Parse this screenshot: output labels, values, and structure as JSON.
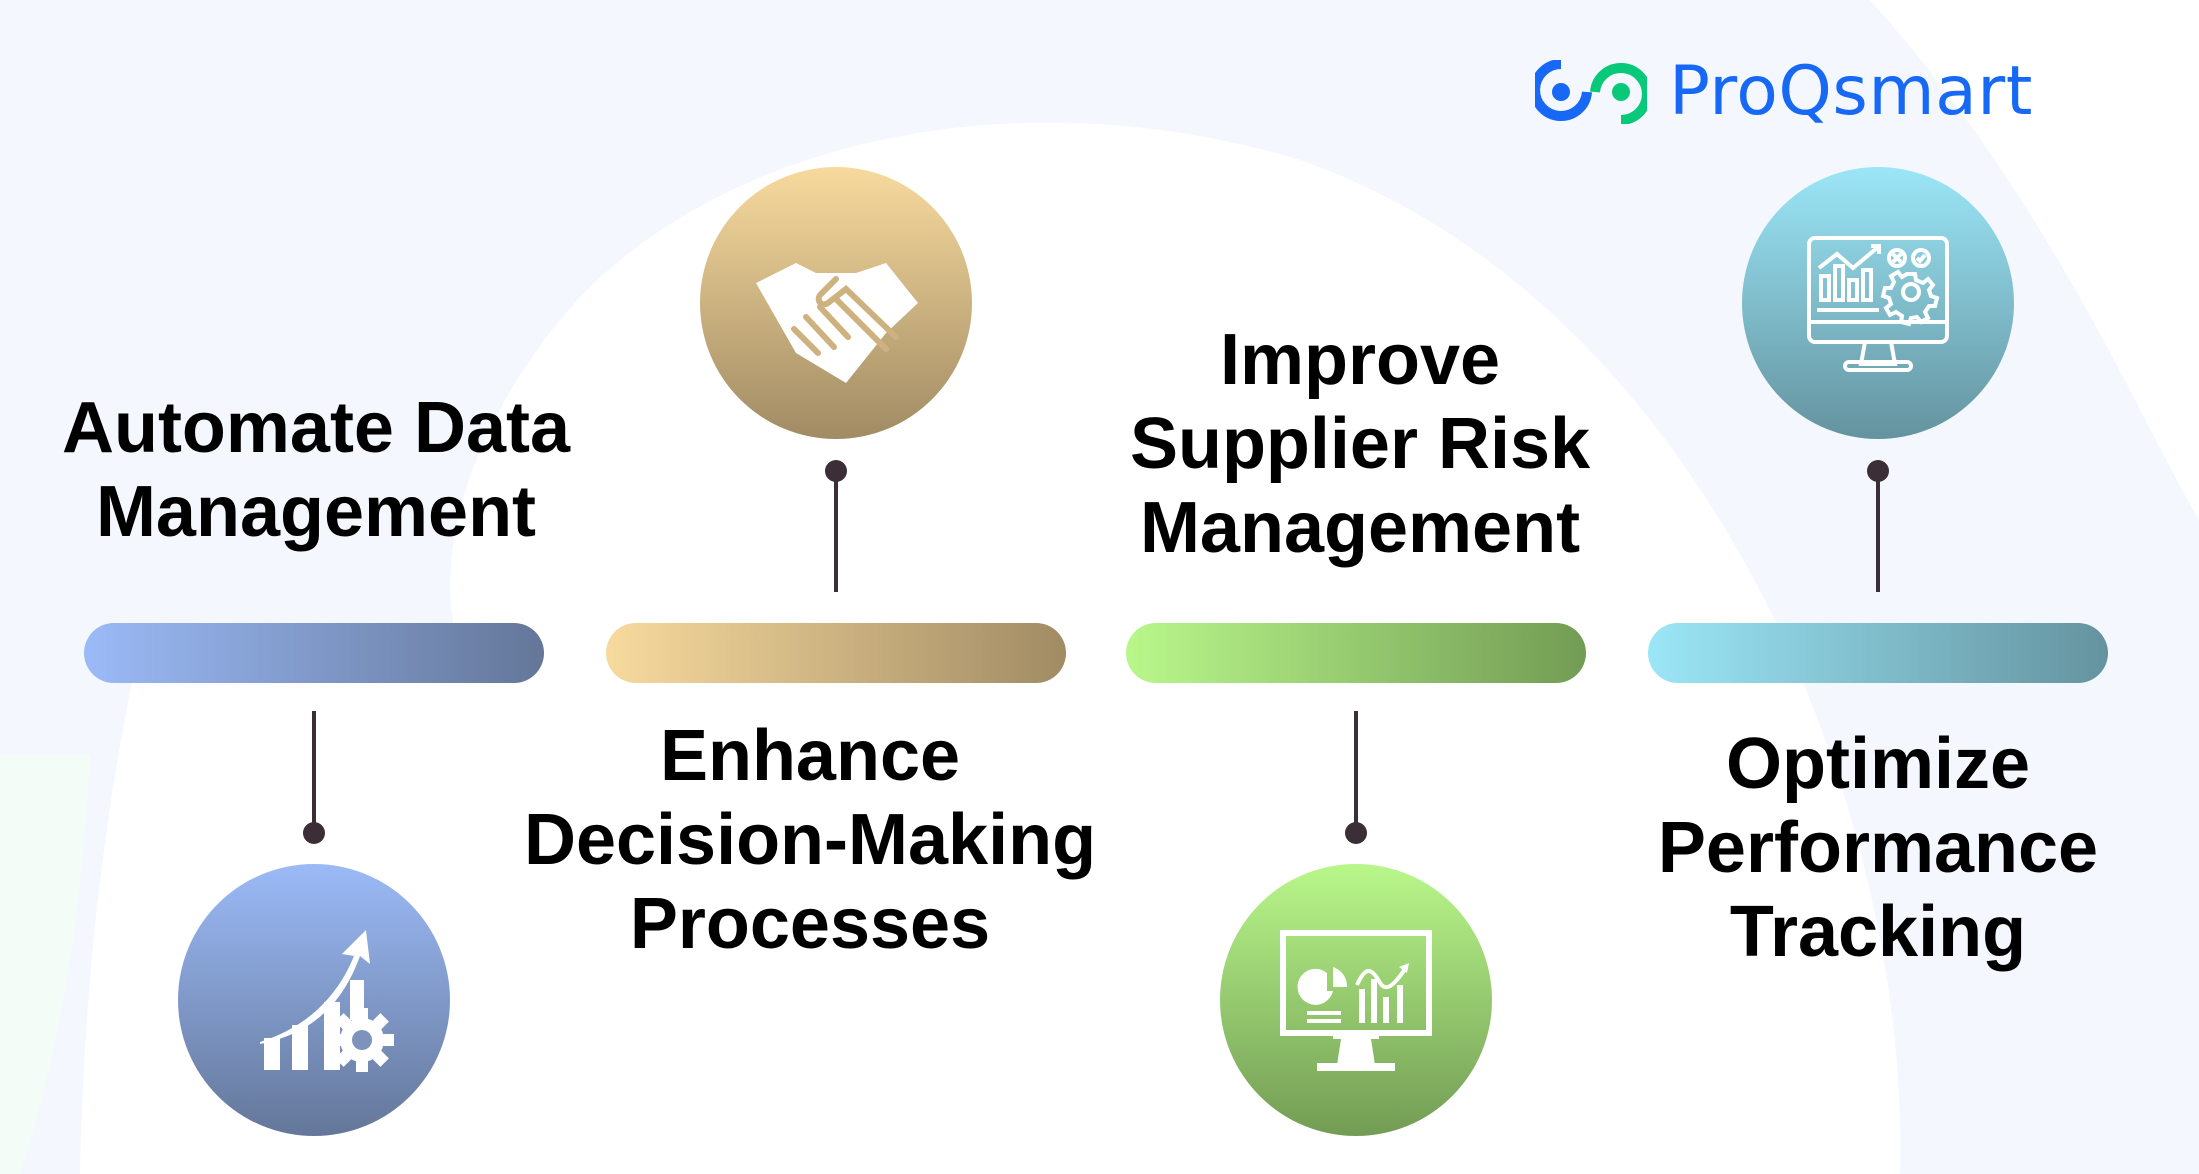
{
  "brand": {
    "name": "ProQsmart",
    "logo_icon": "linked-rings-logo",
    "colors": {
      "blue": "#1668f5",
      "green": "#08c97a"
    }
  },
  "steps": [
    {
      "title_lines": [
        "Automate Data",
        "Management"
      ],
      "icon": "growth-chart-gear-icon",
      "colors": {
        "start": "#9bbaf7",
        "end": "#647799"
      }
    },
    {
      "title_lines": [
        "Enhance",
        "Decision-Making",
        "Processes"
      ],
      "icon": "handshake-icon",
      "colors": {
        "start": "#f7da9d",
        "end": "#a18b64"
      }
    },
    {
      "title_lines": [
        "Improve",
        "Supplier Risk",
        "Management"
      ],
      "icon": "monitor-analytics-icon",
      "colors": {
        "start": "#b9f78a",
        "end": "#729c54"
      }
    },
    {
      "title_lines": [
        "Optimize",
        "Performance",
        "Tracking"
      ],
      "icon": "monitor-performance-gear-icon",
      "colors": {
        "start": "#9be6f7",
        "end": "#64939f"
      }
    }
  ],
  "connector_color": "#3b2e36",
  "background_tint": "#f4f8fe"
}
